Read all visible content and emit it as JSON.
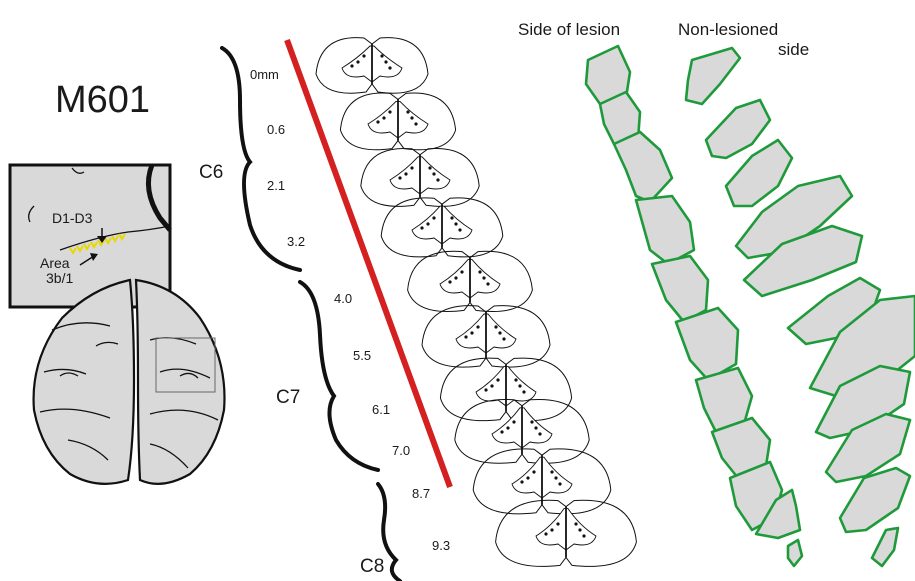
{
  "figure": {
    "case_id": "M601",
    "inset": {
      "digits_label": "D1-D3",
      "area_label_line1": "Area",
      "area_label_line2": "3b/1",
      "marker_color": "#e8d800"
    },
    "segments": [
      {
        "label": "C6"
      },
      {
        "label": "C7"
      },
      {
        "label": "C8"
      }
    ],
    "distances": [
      "0mm",
      "0.6",
      "2.1",
      "3.2",
      "4.0",
      "5.5",
      "6.1",
      "7.0",
      "8.7",
      "9.3"
    ],
    "headers": {
      "lesion_side": "Side of lesion",
      "nonlesion_line1": "Non-lesioned",
      "nonlesion_line2": "side"
    },
    "colors": {
      "lesion_bar": "#d42020",
      "reconstruction_stroke": "#1f9a3b",
      "reconstruction_fill": "#d9d9d9",
      "brain_fill": "#d9d9d9",
      "tracer_label": "#1f9a3b"
    }
  }
}
